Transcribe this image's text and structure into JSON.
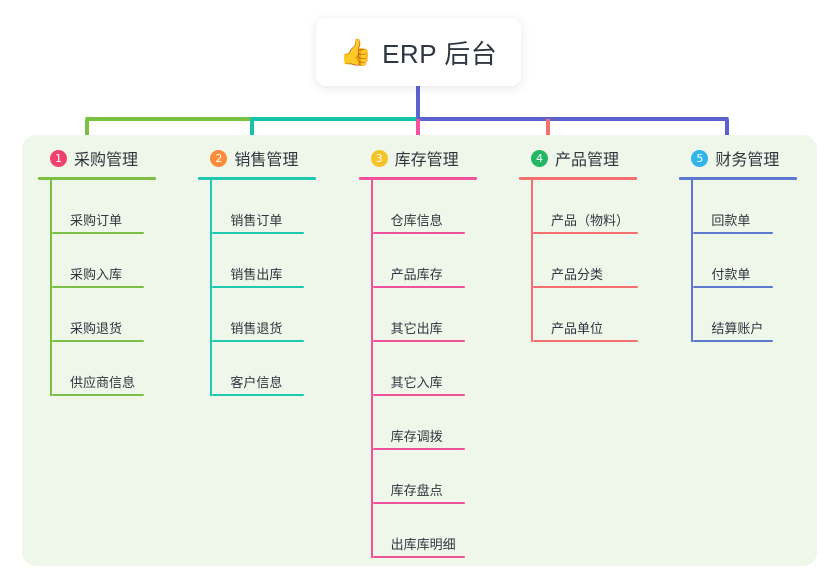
{
  "root": {
    "icon": "thumbs-up-icon",
    "emoji": "👍",
    "title": "ERP 后台"
  },
  "panel": {
    "background": "#eef7e9"
  },
  "trunk_color": "#5b62cf",
  "columns": [
    {
      "index": "1",
      "title": "采购管理",
      "badge_color": "#f0416c",
      "line_color": "#7bc043",
      "connector_color": "#7bc043",
      "width": 163,
      "rule_width": 118,
      "item_rule_width": 92,
      "items": [
        {
          "label": "采购订单"
        },
        {
          "label": "采购入库"
        },
        {
          "label": "采购退货"
        },
        {
          "label": "供应商信息"
        }
      ]
    },
    {
      "index": "2",
      "title": "销售管理",
      "badge_color": "#fb8c3c",
      "line_color": "#21c8b0",
      "connector_color": "#16c3ab",
      "width": 163,
      "rule_width": 118,
      "item_rule_width": 92,
      "items": [
        {
          "label": "销售订单"
        },
        {
          "label": "销售出库"
        },
        {
          "label": "销售退货"
        },
        {
          "label": "客户信息"
        }
      ]
    },
    {
      "index": "3",
      "title": "库存管理",
      "badge_color": "#f5c228",
      "line_color": "#f0529c",
      "connector_color": "#f0529c",
      "width": 163,
      "rule_width": 118,
      "item_rule_width": 92,
      "items": [
        {
          "label": "仓库信息"
        },
        {
          "label": "产品库存"
        },
        {
          "label": "其它出库"
        },
        {
          "label": "其它入库"
        },
        {
          "label": "库存调拨"
        },
        {
          "label": "库存盘点"
        },
        {
          "label": "出库库明细"
        }
      ]
    },
    {
      "index": "4",
      "title": "产品管理",
      "badge_color": "#23b765",
      "line_color": "#f4706e",
      "connector_color": "#f4706e",
      "width": 163,
      "rule_width": 118,
      "item_rule_width": 105,
      "items": [
        {
          "label": "产品（物料）"
        },
        {
          "label": "产品分类"
        },
        {
          "label": "产品单位"
        }
      ]
    },
    {
      "index": "5",
      "title": "财务管理",
      "badge_color": "#2eb6ea",
      "line_color": "#5b79cf",
      "connector_color": "#5b62cf",
      "width": 140,
      "rule_width": 118,
      "item_rule_width": 80,
      "items": [
        {
          "label": "回款单"
        },
        {
          "label": "付款单"
        },
        {
          "label": "结算账户"
        }
      ]
    }
  ]
}
